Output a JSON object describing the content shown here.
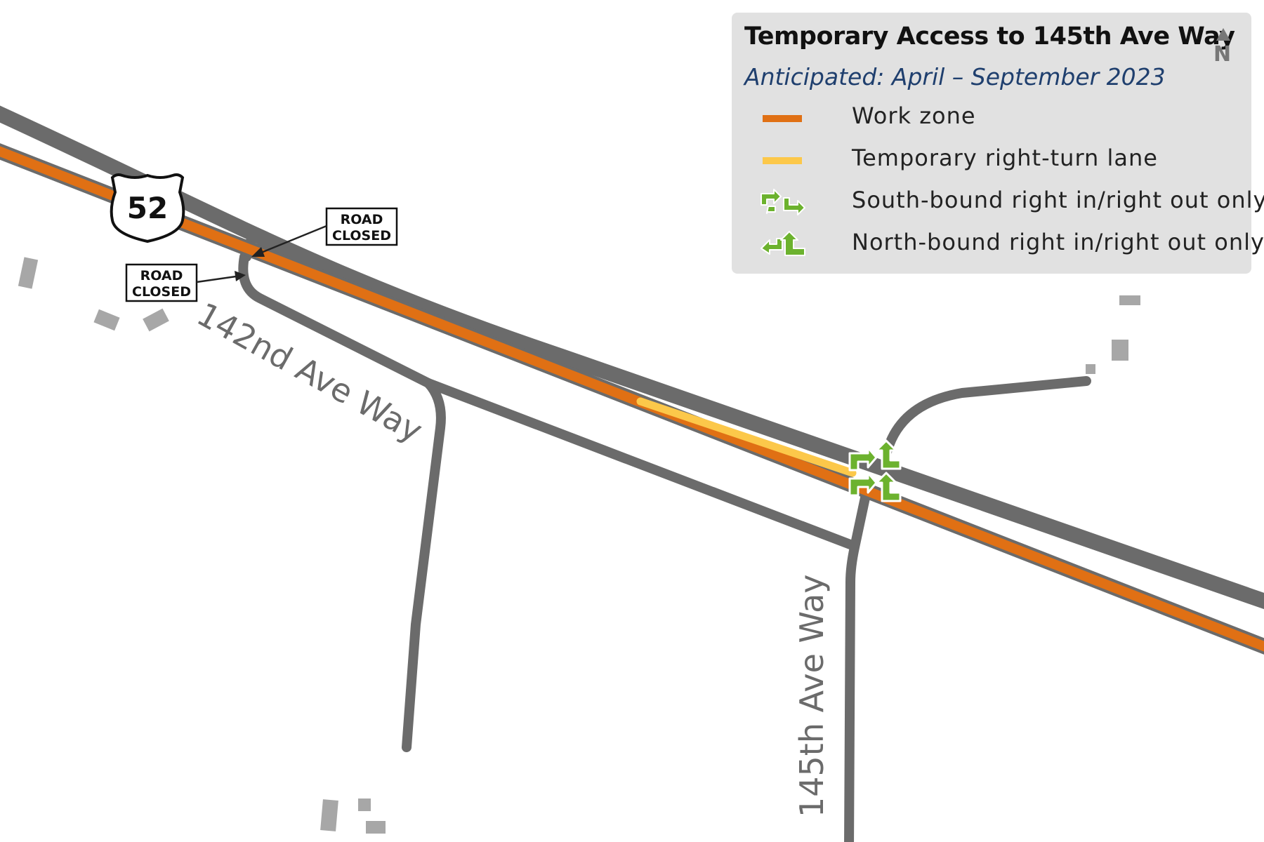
{
  "legend": {
    "title": "Temporary Access to 145th Ave Way",
    "subtitle": "Anticipated: April – September 2023",
    "north_label": "N",
    "items": [
      {
        "label": "Work zone",
        "symbol": "orange-line",
        "color": "#e07014"
      },
      {
        "label": "Temporary right-turn lane",
        "symbol": "yellow-line",
        "color": "#fcc84a"
      },
      {
        "label": "South-bound right in/right out only",
        "symbol": "southbound-arrows-icon",
        "color": "#6cb22e"
      },
      {
        "label": "North-bound right in/right out only",
        "symbol": "northbound-arrows-icon",
        "color": "#6cb22e"
      }
    ]
  },
  "map": {
    "highway_shield": "52",
    "road_labels": {
      "road_142": "142nd Ave Way",
      "road_145": "145th Ave Way"
    },
    "signs": [
      {
        "line1": "ROAD",
        "line2": "CLOSED"
      },
      {
        "line1": "ROAD",
        "line2": "CLOSED"
      }
    ],
    "colors": {
      "road": "#6b6b6b",
      "work_zone": "#e07014",
      "turn_lane": "#fcc84a",
      "arrows": "#6cb22e",
      "buildings": "#a7a7a7"
    }
  }
}
